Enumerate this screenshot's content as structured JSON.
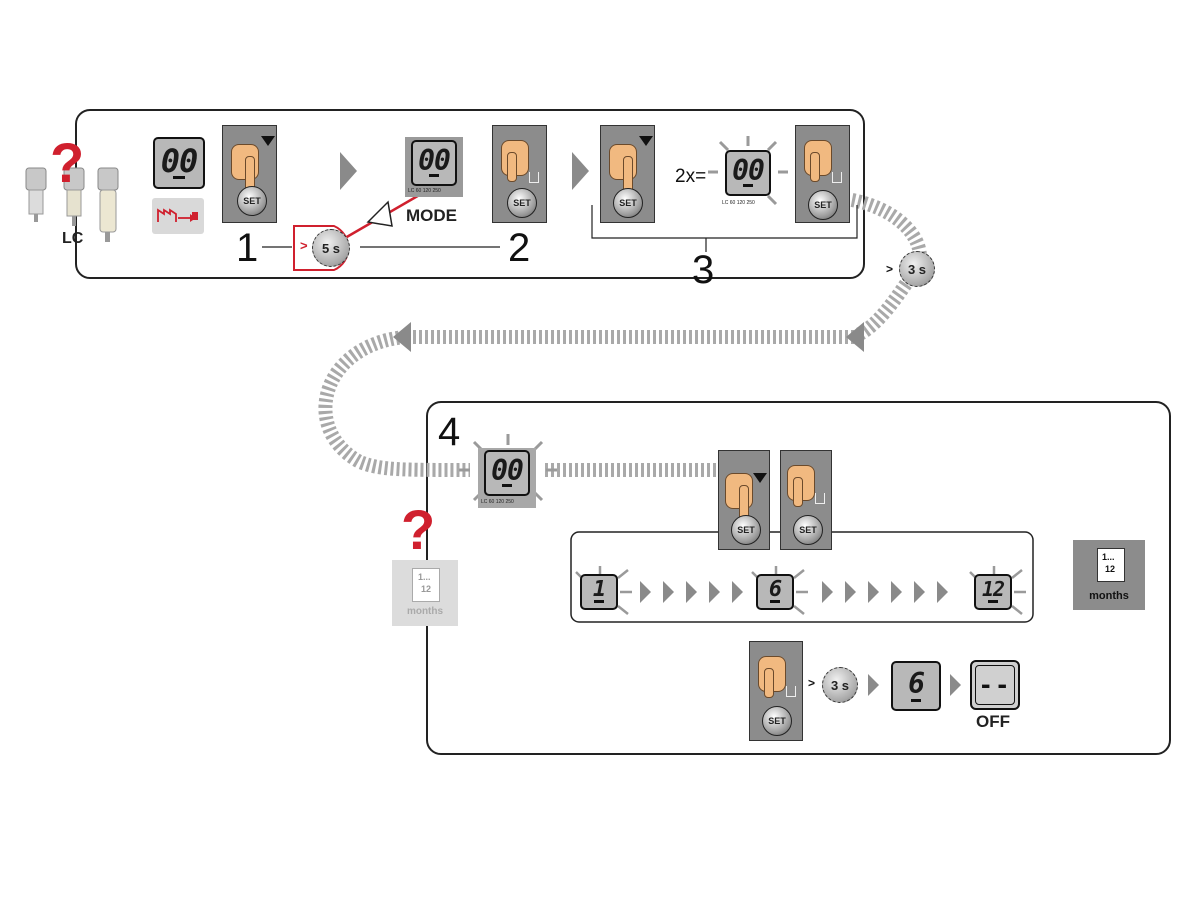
{
  "device_label": "LC",
  "display_default": "00",
  "display_scale": "LC 60 120 250",
  "set_label": "SET",
  "mode_label": "MODE",
  "step_numbers": [
    "1",
    "2",
    "3",
    "4"
  ],
  "timer_5s": "5 s",
  "timer_3s": "3 s",
  "gt": ">",
  "press_twice": "2x=",
  "months_range_top": "1...",
  "months_range_bottom": "12",
  "months_label": "months",
  "sequence_values": [
    "1",
    "6",
    "12"
  ],
  "result_value": "6",
  "off_display": "--",
  "off_label": "OFF",
  "question_mark": "?",
  "colors": {
    "accent_red": "#d0202e",
    "panel_gray": "#8c8c8c",
    "arrow_gray": "#8a8a8a"
  }
}
